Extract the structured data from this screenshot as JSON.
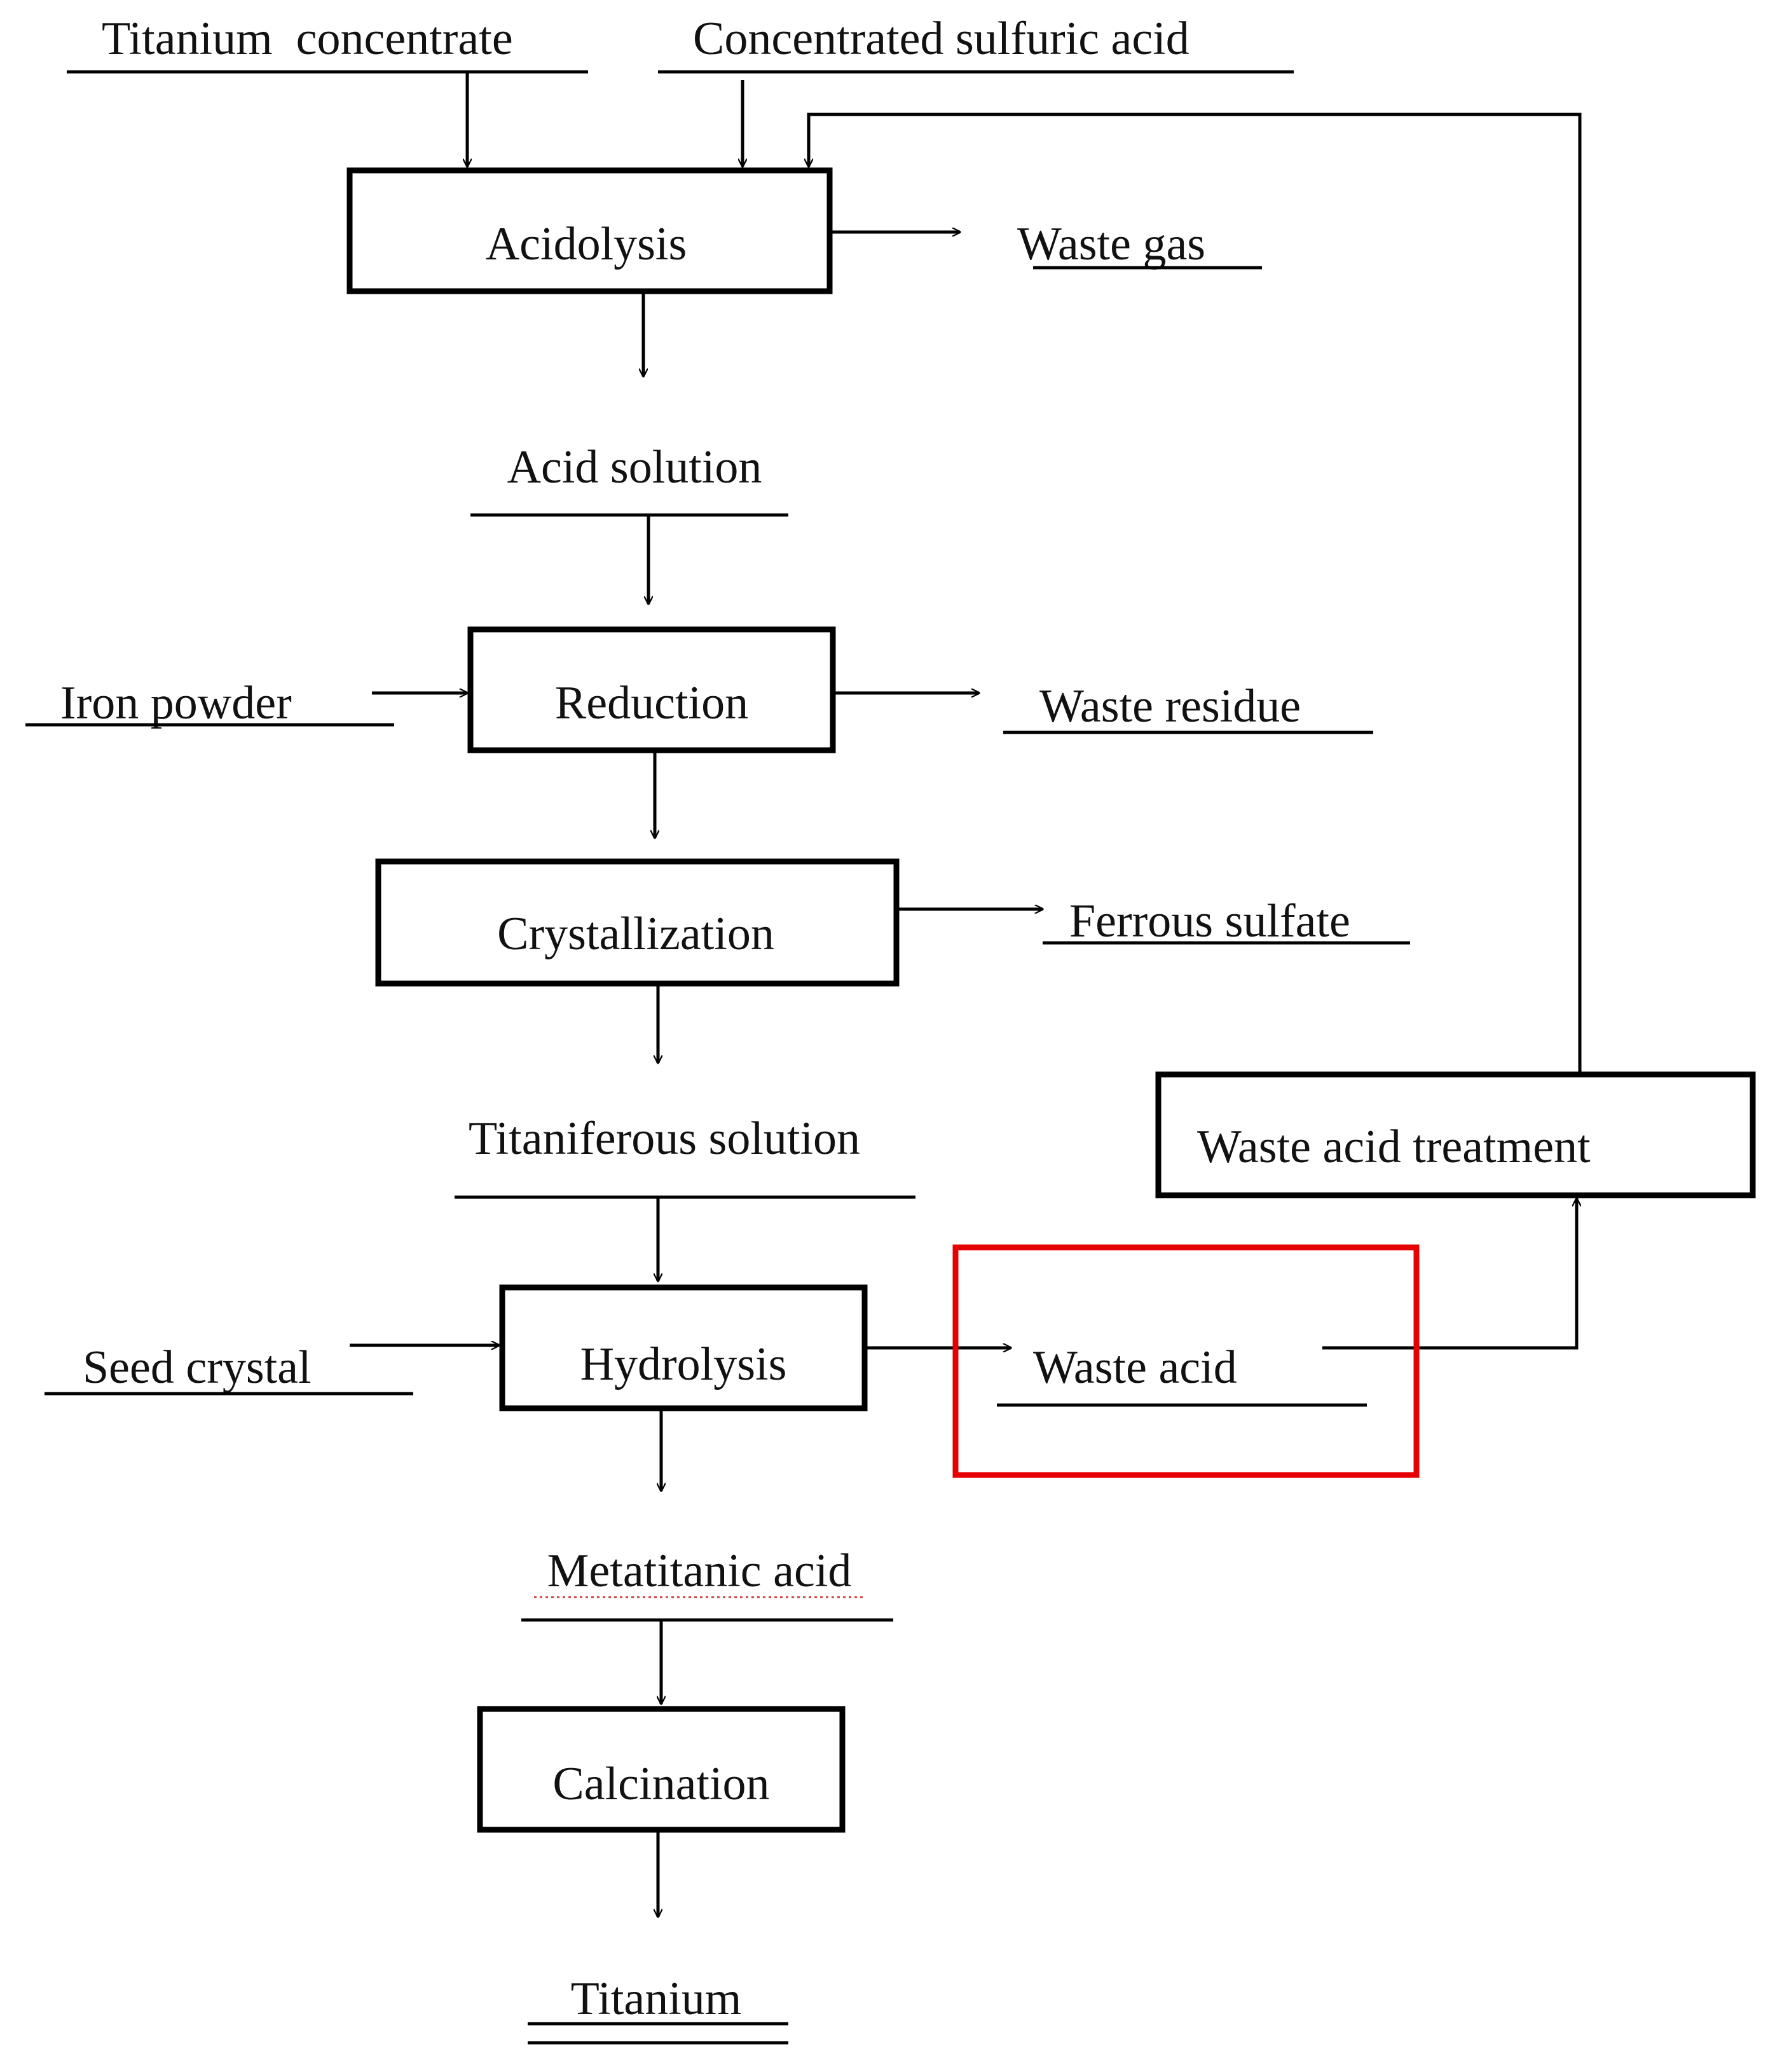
{
  "process_steps": {
    "acidolysis": "Acidolysis",
    "reduction": "Reduction",
    "crystallization": "Crystallization",
    "hydrolysis": "Hydrolysis",
    "calcination": "Calcination",
    "waste_acid_treatment": "Waste acid treatment"
  },
  "materials": {
    "titanium_concentrate": "Titanium  concentrate",
    "concentrated_sulfuric_acid": "Concentrated sulfuric acid",
    "waste_gas": "Waste gas",
    "acid_solution": "Acid solution",
    "iron_powder": "Iron powder",
    "waste_residue": "Waste residue",
    "ferrous_sulfate": "Ferrous sulfate",
    "titaniferous_solution": "Titaniferous solution",
    "seed_crystal": "Seed crystal",
    "waste_acid": "Waste acid",
    "metatitanic_acid": "Metatitanic acid",
    "titanium": "Titanium"
  },
  "highlight": {
    "color": "#e60000",
    "target": "Waste acid"
  }
}
